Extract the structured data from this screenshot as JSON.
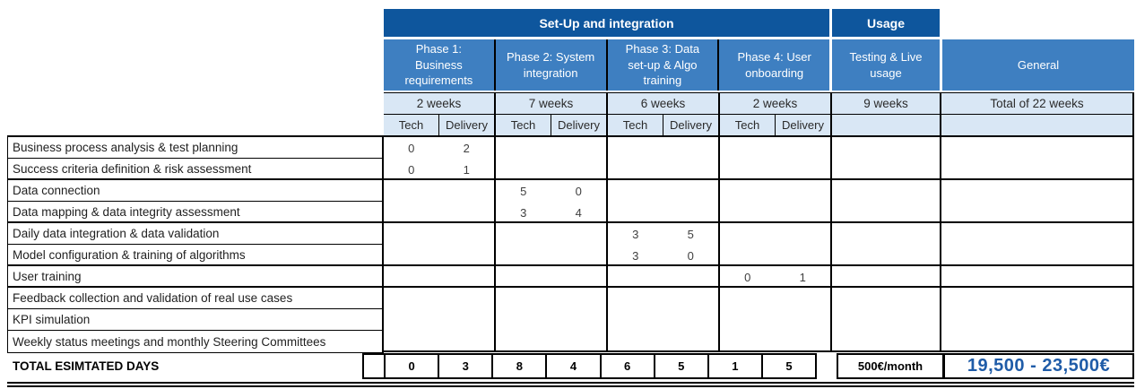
{
  "colors": {
    "header_dark_blue": "#0E569D",
    "header_mid_blue": "#3E7FC1",
    "header_light_blue": "#D9E7F5",
    "price_blue": "#1F5CA8"
  },
  "header": {
    "groups": [
      {
        "label": "Set-Up and integration"
      },
      {
        "label": "Usage"
      }
    ],
    "phases": [
      {
        "name": "Phase 1: Business requirements",
        "duration": "2 weeks"
      },
      {
        "name": "Phase 2: System integration",
        "duration": "7 weeks"
      },
      {
        "name": "Phase 3: Data set-up & Algo training",
        "duration": "6 weeks"
      },
      {
        "name": "Phase 4: User onboarding",
        "duration": "2 weeks"
      },
      {
        "name": "Testing & Live usage",
        "duration": "9 weeks"
      },
      {
        "name": "General",
        "duration": "Total of 22 weeks"
      }
    ],
    "subcolumns": [
      "Tech",
      "Delivery"
    ]
  },
  "rows": [
    {
      "label": "Business process analysis & test planning",
      "phase": "Phase 1",
      "tech": "0",
      "delivery": "2"
    },
    {
      "label": "Success criteria definition & risk assessment",
      "phase": "Phase 1",
      "tech": "0",
      "delivery": "1"
    },
    {
      "label": "Data connection",
      "phase": "Phase 2",
      "tech": "5",
      "delivery": "0"
    },
    {
      "label": "Data mapping & data integrity assessment",
      "phase": "Phase 2",
      "tech": "3",
      "delivery": "4"
    },
    {
      "label": "Daily data integration & data validation",
      "phase": "Phase 3",
      "tech": "3",
      "delivery": "5"
    },
    {
      "label": "Model configuration & training of algorithms",
      "phase": "Phase 3",
      "tech": "3",
      "delivery": "0"
    },
    {
      "label": "User training",
      "phase": "Phase 4",
      "tech": "0",
      "delivery": "1"
    },
    {
      "label": "Feedback collection and validation of real use cases"
    },
    {
      "label": "KPI simulation"
    },
    {
      "label": "Weekly status meetings and monthly Steering Committees"
    }
  ],
  "total_row": {
    "label": "TOTAL ESIMTATED DAYS",
    "day_totals": [
      "0",
      "3",
      "8",
      "4",
      "6",
      "5",
      "1",
      "5"
    ],
    "usage_cost": "500€/month",
    "price_range": "19,500 - 23,500€"
  }
}
